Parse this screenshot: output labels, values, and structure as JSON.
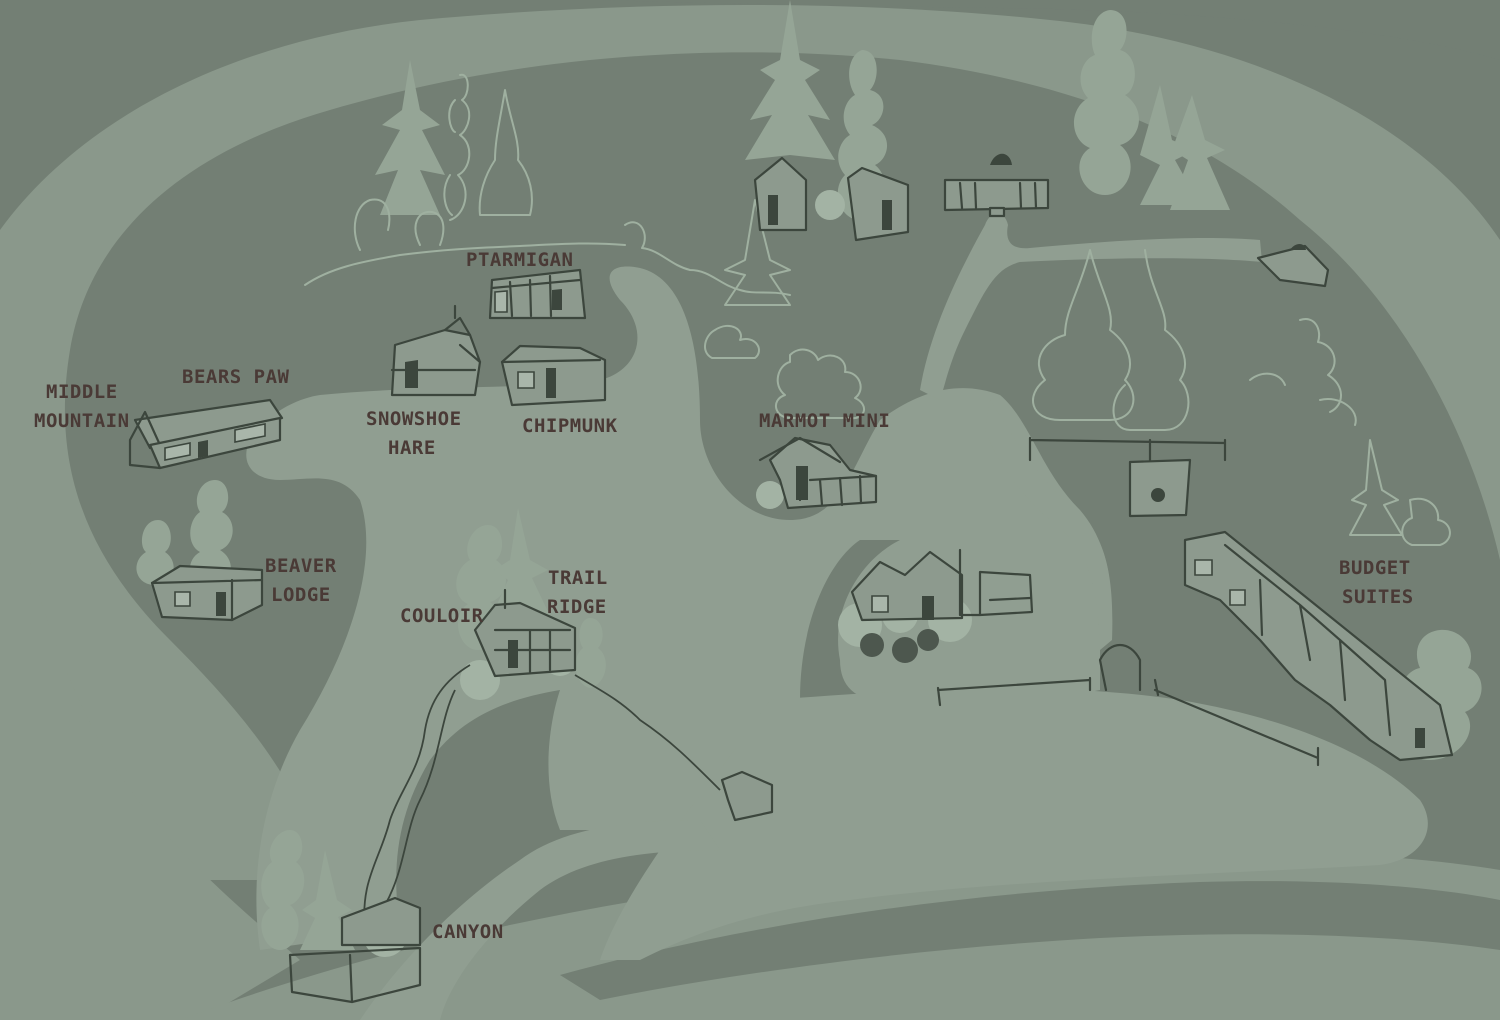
{
  "colors": {
    "background": "#737f74",
    "outer_ring": "#8a988b",
    "trail": "#909e91",
    "label_text": "#4a3a36",
    "building_stroke": "#3c463d",
    "tree_fill": "#95a596"
  },
  "labels": {
    "middle_mountain_1": "MIDDLE",
    "middle_mountain_2": "MOUNTAIN",
    "bears_paw": "BEARS PAW",
    "ptarmigan": "PTARMIGAN",
    "snowshoe_hare_1": "SNOWSHOE",
    "snowshoe_hare_2": "HARE",
    "chipmunk": "CHIPMUNK",
    "marmot_mini": "MARMOT MINI",
    "beaver_lodge_1": "BEAVER",
    "beaver_lodge_2": "LODGE",
    "trail_ridge_1": "TRAIL",
    "trail_ridge_2": "RIDGE",
    "couloir": "COULOIR",
    "budget_suites_1": "BUDGET",
    "budget_suites_2": "SUITES",
    "canyon": "CANYON"
  }
}
